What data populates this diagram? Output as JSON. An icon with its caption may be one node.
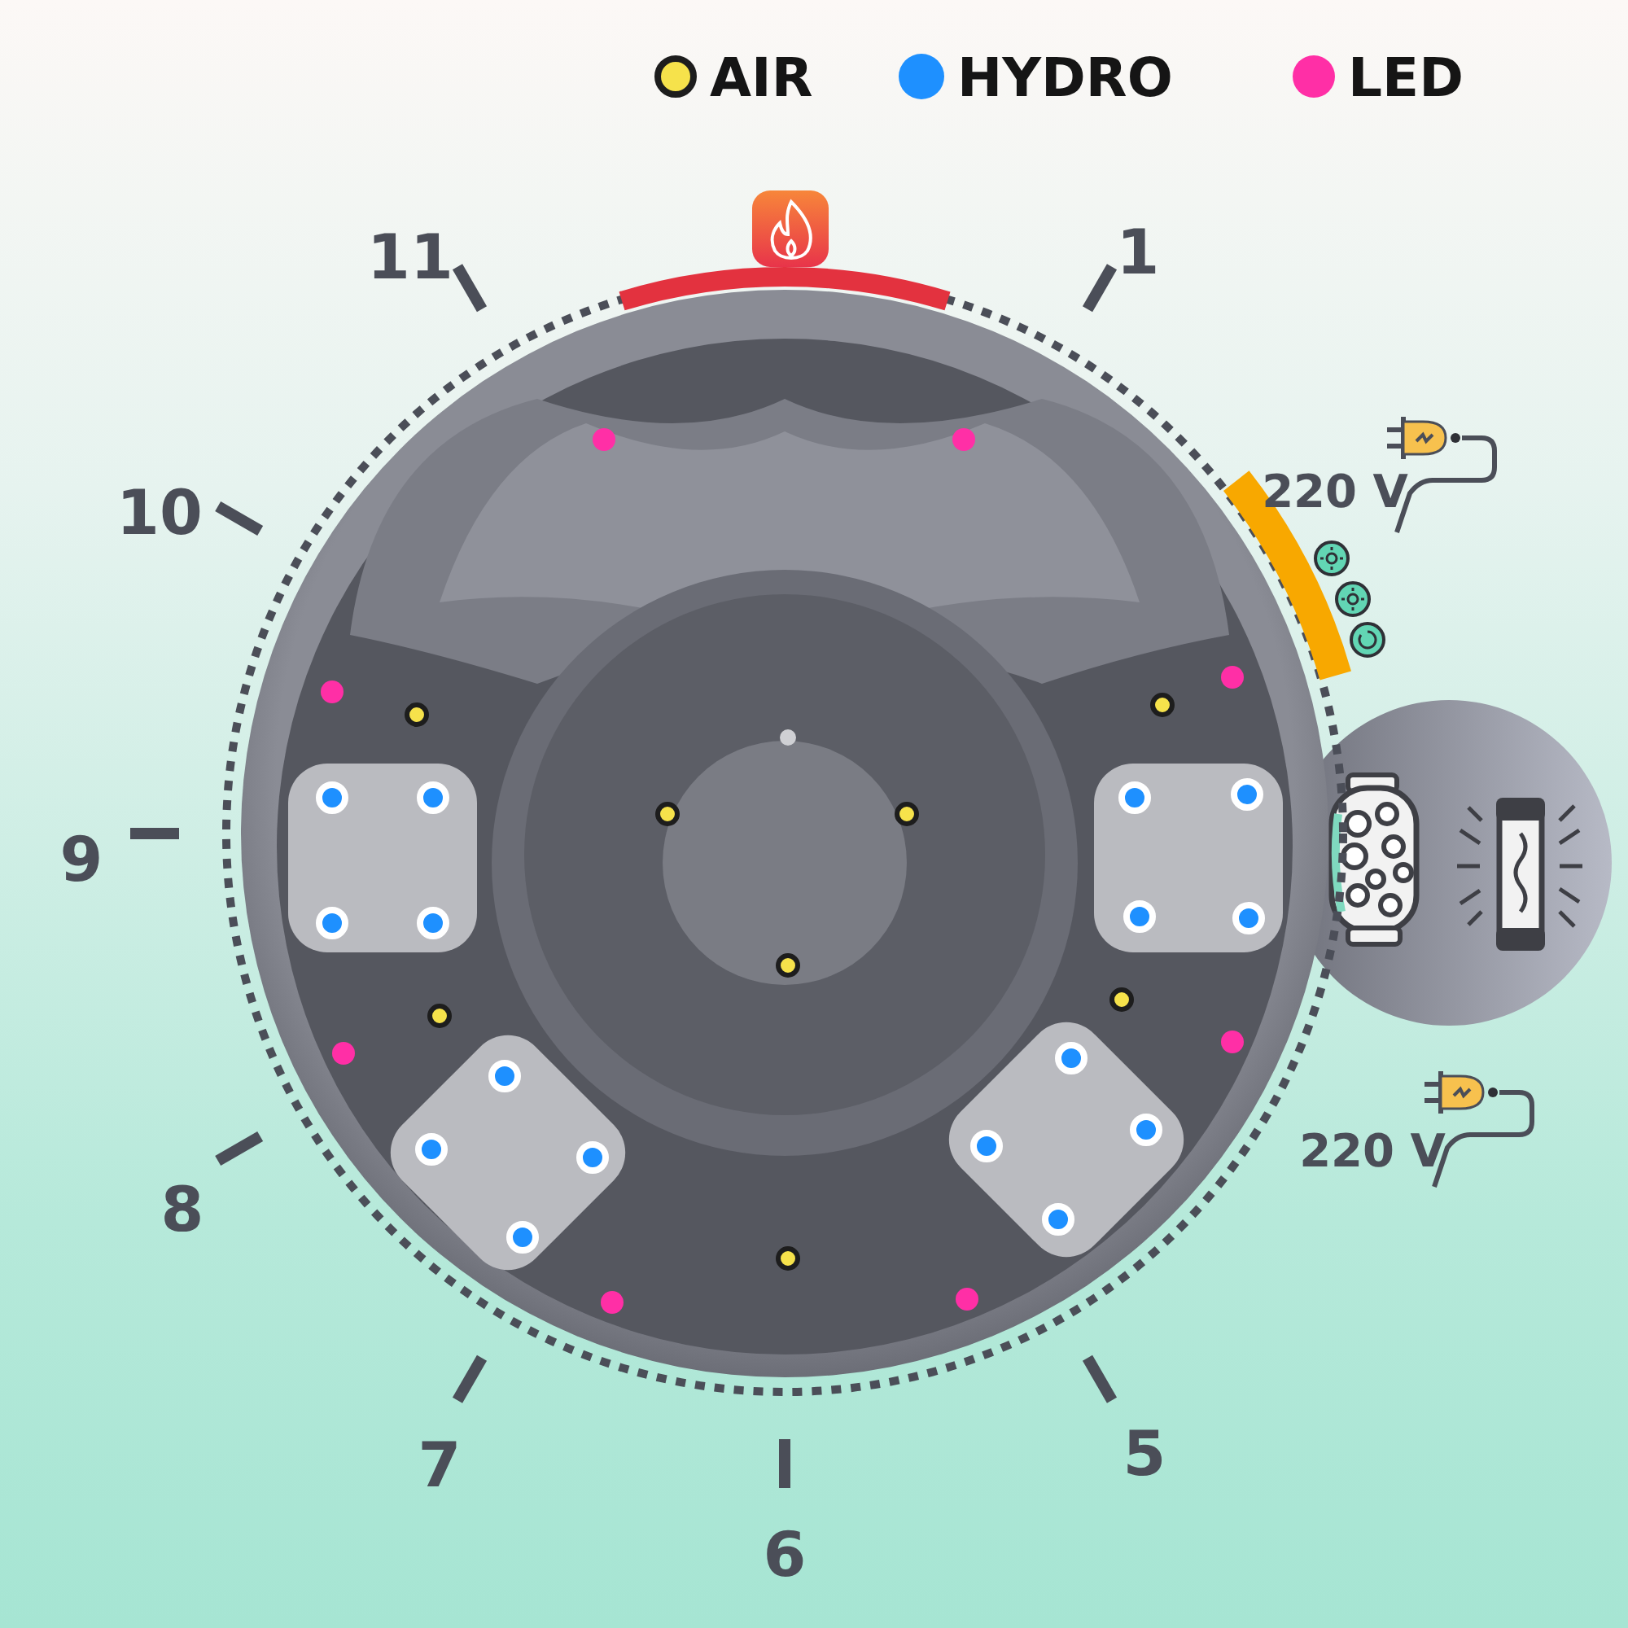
{
  "diagram": {
    "labels": [
      "11",
      "1",
      "220 V",
      "10",
      "9",
      "220 V",
      "8",
      "7",
      "5",
      "6"
    ],
    "legend": [
      {
        "text": "AIR",
        "color": "#f6e24b"
      },
      {
        "text": "HYDRO",
        "color": "#1e90ff"
      },
      {
        "text": "LED",
        "color": "#ff2fa6"
      }
    ]
  }
}
